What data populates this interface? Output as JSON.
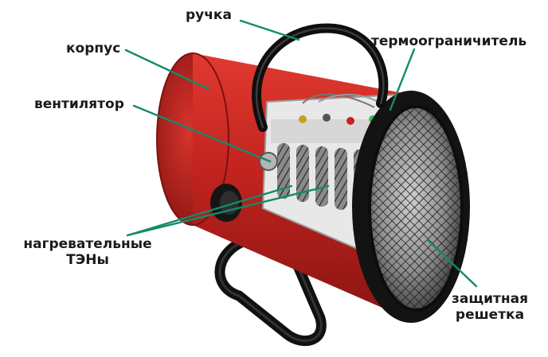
{
  "labels": {
    "handle": "ручка",
    "body": "корпус",
    "thermostat": "термоограничитель",
    "fan": "вентилятор",
    "heaters_line1": "нагревательные",
    "heaters_line2": "ТЭНы",
    "grille_line1": "защитная",
    "grille_line2": "решетка"
  },
  "colors": {
    "body_red": "#c2231f",
    "rim_black": "#161616",
    "leader_line": "#148a6a",
    "label_text": "#1a1a1a"
  }
}
